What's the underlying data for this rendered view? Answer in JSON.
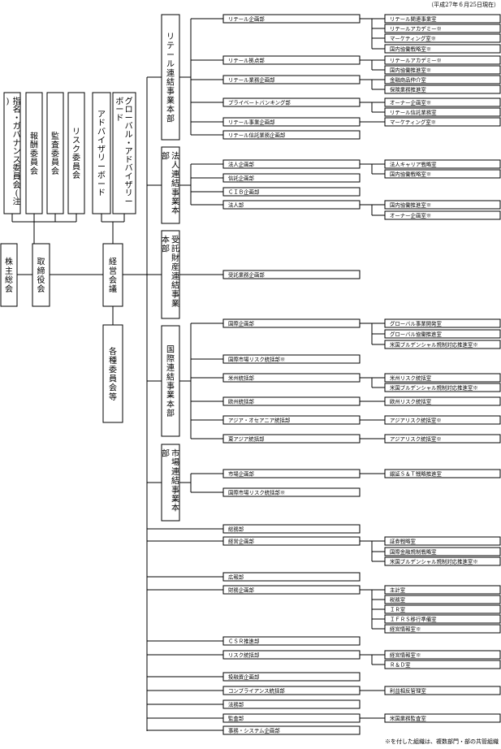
{
  "header": {
    "as_of": "（平成27年６月25日現在）"
  },
  "footnote": "※を付した組織は、複数部門・部の共管組織",
  "left": {
    "shareholders": "株主総会",
    "board": "取締役会",
    "exec": "経営会議",
    "committees_misc": "各種委員会等",
    "committees": [
      "指名・ガバナンス委員会(注)",
      "報酬委員会",
      "監査委員会",
      "リスク委員会",
      "アドバイザリーボード",
      "グローバル・アドバイザリーボード"
    ]
  },
  "units": [
    "リテール連結事業本部",
    "法人連結事業本部",
    "受託財産連結事業本部",
    "国際連結事業本部",
    "市場連結事業本部"
  ],
  "depts": [
    {
      "name": "リテール企画部",
      "subs": [
        "リテール関連事業室",
        "リテールアカデミー※",
        "マーケティング室※",
        "国内協働戦略室※"
      ]
    },
    {
      "name": "リテール拠点部",
      "subs": [
        "リテールアカデミー※",
        "国内協働推進室※"
      ]
    },
    {
      "name": "リテール業務企画部",
      "subs": [
        "金融商品仲介室",
        "保険業務推進室"
      ]
    },
    {
      "name": "プライベートバンキング部",
      "subs": [
        "オーナー企画室※",
        "リテール信託業務室"
      ]
    },
    {
      "name": "リテール事業企画部",
      "subs": [
        "マーケティング室※"
      ]
    },
    {
      "name": "リテール信託業務企画部",
      "subs": []
    },
    {
      "name": "法人企画部",
      "subs": [
        "法人キャリア戦略室",
        "国内協働戦略室※"
      ]
    },
    {
      "name": "信託企画部",
      "subs": []
    },
    {
      "name": "ＣＩＢ企画部",
      "subs": []
    },
    {
      "name": "法人部",
      "subs": [
        "国内協働推進室※",
        "オーナー企画室※"
      ]
    },
    {
      "name": "受託業務企画部",
      "subs": []
    },
    {
      "name": "国際企画部",
      "subs": [
        "グローバル事業開発室",
        "グローバル協働推進室",
        "米国プルデンシャル規制対応推進室※"
      ]
    },
    {
      "name": "国際市場リスク統括部※",
      "subs": []
    },
    {
      "name": "米州統括部",
      "subs": [
        "米州リスク統括室",
        "米国プルデンシャル規制対応推進室※"
      ]
    },
    {
      "name": "欧州統括部",
      "subs": [
        "欧州リスク統括室"
      ]
    },
    {
      "name": "アジア・オセアニア統括部",
      "subs": [
        "アジアリスク統括室※"
      ]
    },
    {
      "name": "東アジア統括部",
      "subs": [
        "アジアリスク統括室※"
      ]
    },
    {
      "name": "市場企画部",
      "subs": [
        "銀証Ｓ＆Ｔ戦略推進室"
      ]
    },
    {
      "name": "国際市場リスク統括部※",
      "subs": []
    },
    {
      "name": "総務部",
      "subs": []
    },
    {
      "name": "経営企画部",
      "subs": [
        "証券戦略室",
        "国際金融規制戦略室",
        "米国プルデンシャル規制対応推進室※"
      ]
    },
    {
      "name": "広報部",
      "subs": []
    },
    {
      "name": "財務企画部",
      "subs": [
        "主計室",
        "税務室",
        "ＩＲ室",
        "ＩＦＲＳ移行準備室",
        "経営情報室※"
      ]
    },
    {
      "name": "ＣＳＲ推進部",
      "subs": []
    },
    {
      "name": "リスク統括部",
      "subs": [
        "経営情報室※",
        "Ｒ＆Ｄ室"
      ]
    },
    {
      "name": "投融資企画部",
      "subs": []
    },
    {
      "name": "コンプライアンス統括部",
      "subs": [
        "利益相反管理室"
      ]
    },
    {
      "name": "法務部",
      "subs": []
    },
    {
      "name": "監査部",
      "subs": [
        "米国業務監査室"
      ]
    },
    {
      "name": "事務・システム企画部",
      "subs": []
    }
  ]
}
